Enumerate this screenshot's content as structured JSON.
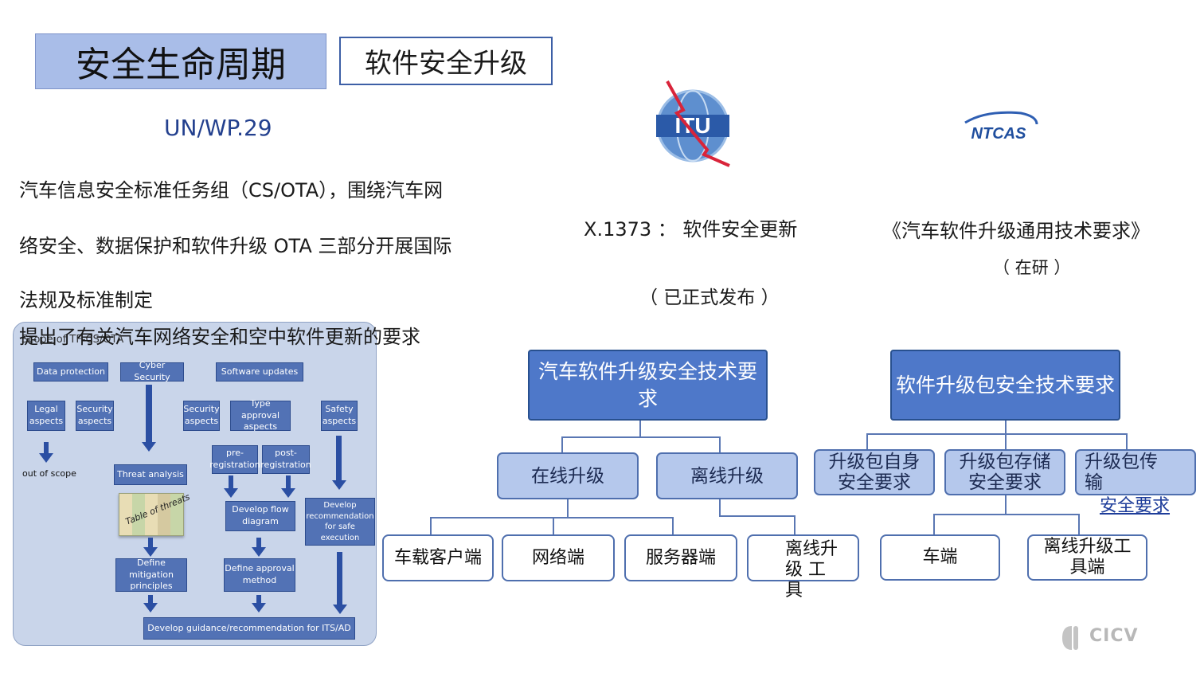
{
  "header": {
    "title": "安全生命周期",
    "subtitle": "软件安全升级"
  },
  "unwp": {
    "label": "UN/WP.29",
    "lines": [
      "汽车信息安全标准任务组（CS/OTA），围绕汽车网",
      "络安全、数据保护和软件升级 OTA 三部分开展国际",
      "法规及标准制定",
      "提出了有关汽车网络安全和空中软件更新的要求"
    ]
  },
  "itu": {
    "logo_text": "ITU",
    "standard_title": "X.1373 ：  软件安全更新",
    "status": "（ 已正式发布 ）"
  },
  "ntcas": {
    "logo_text": "NTCAS",
    "standard_title": "《汽车软件升级通用技术要求》",
    "status": "（ 在研 ）"
  },
  "scope_panel": {
    "label": "Scope of TF-CS/OTA",
    "boxes": {
      "data_protection": "Data protection",
      "cyber_security": "Cyber Security",
      "software_updates": "Software updates",
      "legal_aspects": "Legal aspects",
      "security_aspects_1": "Security aspects",
      "security_aspects_2": "Security aspects",
      "type_approval": "Type approval aspects",
      "safety_aspects": "Safety aspects",
      "pre_registration": "pre-registration",
      "post_registration": "post-registration",
      "threat_analysis": "Threat analysis",
      "develop_flow": "Develop flow diagram",
      "develop_recommendation": "Develop recommendation for safe execution",
      "define_mitigation": "Define mitigation principles",
      "define_approval": "Define approval method",
      "develop_guidance": "Develop guidance/recommendation for ITS/AD"
    },
    "out_of_scope": "out of scope",
    "table_of_threats": "Table of threats"
  },
  "tree_left": {
    "root": "汽车软件升级安全技术要求",
    "children": [
      "在线升级",
      "离线升级"
    ],
    "leaves": [
      "车载客户端",
      "网络端",
      "服务器端",
      "离线升级 工具"
    ]
  },
  "tree_right": {
    "root": "软件升级包安全技术要求",
    "children": [
      "升级包自身安全要求",
      "升级包存储安全要求",
      "升级包传输"
    ],
    "overflow_text": "安全要求",
    "leaves": [
      "车端",
      "离线升级工具端"
    ]
  },
  "footer": {
    "brand": "CICV"
  },
  "colors": {
    "title_fill": "#a9bde8",
    "node_dark": "#4e78c9",
    "node_light": "#b5c8ec",
    "accent_text": "#23408e"
  }
}
